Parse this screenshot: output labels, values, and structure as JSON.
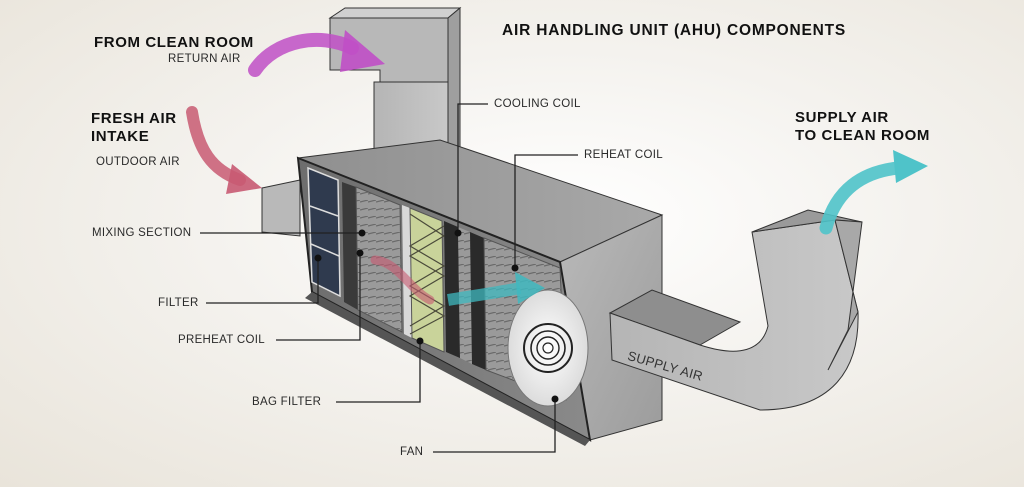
{
  "title": "AIR HANDLING UNIT (AHU) COMPONENTS",
  "inputs": {
    "return_air": {
      "heading": "FROM CLEAN ROOM",
      "sub": "RETURN AIR",
      "arrow_color": "#c04fc6"
    },
    "fresh_air": {
      "heading_line1": "FRESH AIR",
      "heading_line2": "INTAKE",
      "sub": "OUTDOOR AIR",
      "arrow_color": "#c85a72"
    }
  },
  "output": {
    "supply_air": {
      "heading_line1": "SUPPLY AIR",
      "heading_line2": "TO CLEAN ROOM",
      "arrow_color": "#4fc3c9"
    },
    "duct_label": "SUPPLY AIR"
  },
  "components": [
    {
      "id": "mixing-section",
      "label": "MIXING SECTION"
    },
    {
      "id": "filter",
      "label": "FILTER"
    },
    {
      "id": "preheat-coil",
      "label": "PREHEAT COIL"
    },
    {
      "id": "bag-filter",
      "label": "BAG FILTER"
    },
    {
      "id": "fan",
      "label": "FAN"
    },
    {
      "id": "cooling-coil",
      "label": "COOLING COIL"
    },
    {
      "id": "reheat-coil",
      "label": "REHEAT COIL"
    }
  ]
}
